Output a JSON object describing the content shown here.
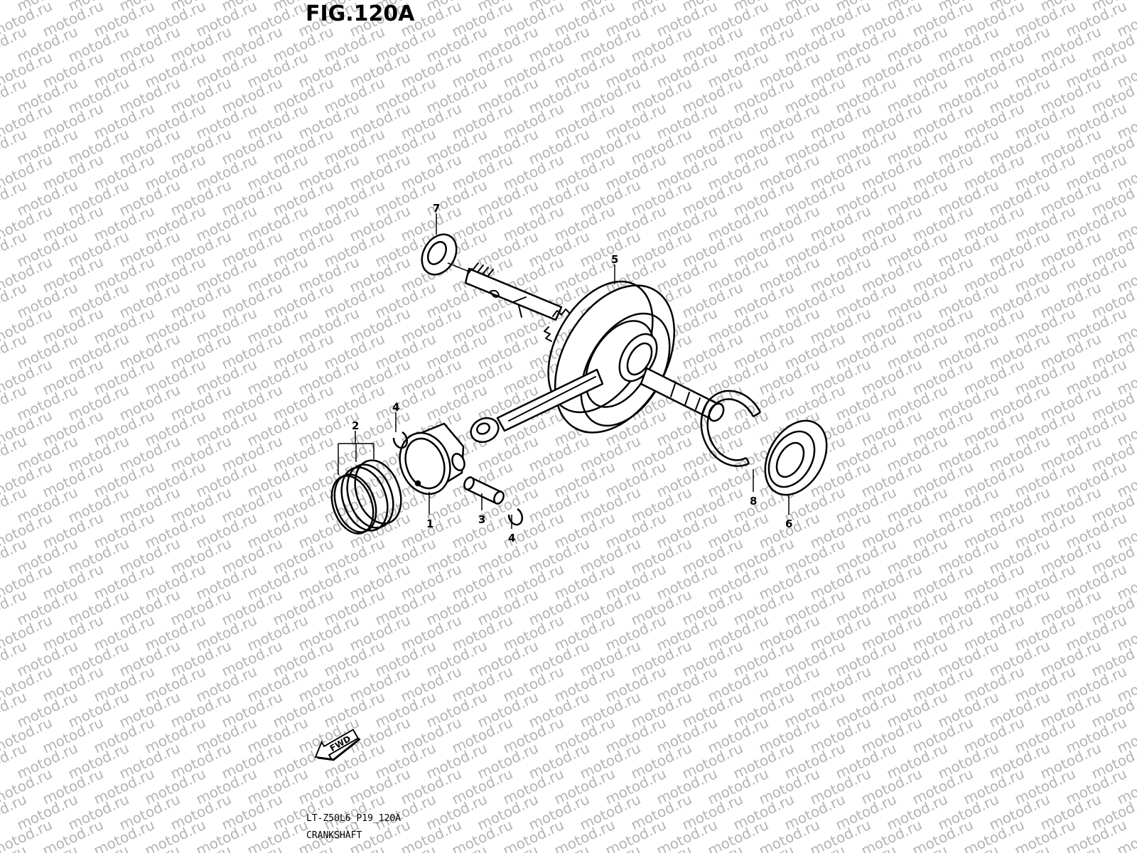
{
  "figure": {
    "title": "FIG.120A"
  },
  "watermark": {
    "text": "motod.ru",
    "color": "#b4b4b4"
  },
  "callouts": {
    "c1": "1",
    "c2": "2",
    "c3": "3",
    "c4a": "4",
    "c4b": "4",
    "c5": "5",
    "c6": "6",
    "c7": "7",
    "c8": "8"
  },
  "direction": {
    "label": "FWD"
  },
  "footer": {
    "code": "LT-Z50L6_P19_120A",
    "name": "CRANKSHAFT"
  }
}
